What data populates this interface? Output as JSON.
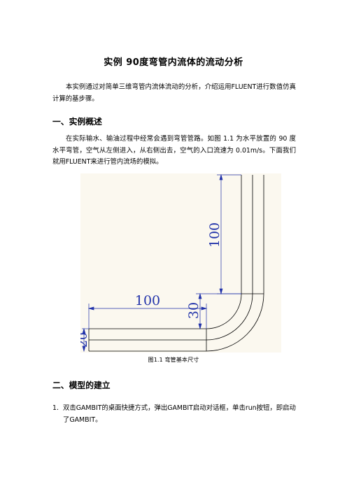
{
  "title": "实例   90度弯管内流体的流动分析",
  "intro": "本实例通过对简单三维弯管内流体流动的分析，介绍运用FLUENT进行数值仿真计算的基步骤。",
  "section1": {
    "heading": "一、实例概述",
    "body": "在实际输水、输油过程中经常会遇到弯管管路。如图 1.1 为水平放置的 90 度水平弯管，空气从左侧进入，从右侧出去，空气的入口流速为 0.01m/s。下面我们就用FLUENT来进行管内流场的模拟。"
  },
  "figure": {
    "dim_vertical": "100",
    "dim_horizontal": "100",
    "dim_radius": "30",
    "dim_diameter": "20",
    "line_color": "#000000",
    "dim_color": "#2233aa",
    "caption": "图1.1  弯管基本尺寸"
  },
  "section2": {
    "heading": "二、模型的建立",
    "steps": [
      {
        "num": "1.",
        "text": "双击GAMBIT的桌面快捷方式，弹出GAMBIT启动对话框，单击run按钮，即启动了GAMBIT。"
      }
    ]
  }
}
